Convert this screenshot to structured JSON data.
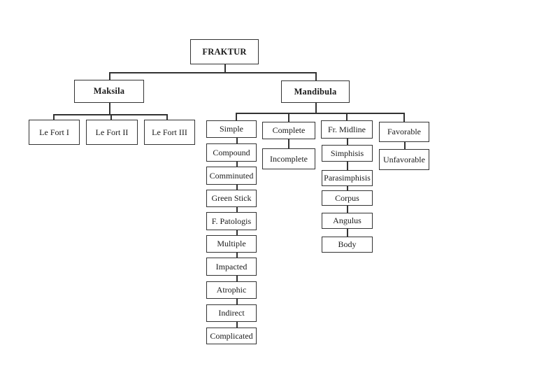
{
  "diagram": {
    "type": "flowchart",
    "background_color": "#ffffff",
    "line_color": "#333333",
    "text_color": "#1a1a1a",
    "nodes": {
      "fraktur": {
        "label": "FRAKTUR",
        "bold": true
      },
      "maksila": {
        "label": "Maksila",
        "bold": true
      },
      "mandibula": {
        "label": "Mandibula",
        "bold": true
      },
      "lefort1": {
        "label": "Le Fort I"
      },
      "lefort2": {
        "label": "Le Fort II"
      },
      "lefort3": {
        "label": "Le Fort III"
      },
      "simple": {
        "label": "Simple"
      },
      "compound": {
        "label": "Compound"
      },
      "comminuted": {
        "label": "Comminuted"
      },
      "greenstick": {
        "label": "Green Stick"
      },
      "fpatologis": {
        "label": "F. Patologis"
      },
      "multiple": {
        "label": "Multiple"
      },
      "impacted": {
        "label": "Impacted"
      },
      "atrophic": {
        "label": "Atrophic"
      },
      "indirect": {
        "label": "Indirect"
      },
      "complicated": {
        "label": "Complicated"
      },
      "complete": {
        "label": "Complete"
      },
      "incomplete": {
        "label": "Incomplete"
      },
      "frmidline": {
        "label": "Fr. Midline"
      },
      "simphisis": {
        "label": "Simphisis"
      },
      "parasimphisis": {
        "label": "Parasimphisis"
      },
      "corpus": {
        "label": "Corpus"
      },
      "angulus": {
        "label": "Angulus"
      },
      "body": {
        "label": "Body"
      },
      "favorable": {
        "label": "Favorable"
      },
      "unfavorable": {
        "label": "Unfavorable"
      }
    },
    "hierarchy": {
      "root": "FRAKTUR",
      "children": {
        "Maksila": [
          "Le Fort I",
          "Le Fort II",
          "Le Fort III"
        ],
        "Mandibula": {
          "chain_1": [
            "Simple",
            "Compound",
            "Comminuted",
            "Green Stick",
            "F. Patologis",
            "Multiple",
            "Impacted",
            "Atrophic",
            "Indirect",
            "Complicated"
          ],
          "chain_2": [
            "Complete",
            "Incomplete"
          ],
          "chain_3": [
            "Fr. Midline",
            "Simphisis",
            "Parasimphisis",
            "Corpus",
            "Angulus",
            "Body"
          ],
          "chain_4": [
            "Favorable",
            "Unfavorable"
          ]
        }
      }
    }
  }
}
